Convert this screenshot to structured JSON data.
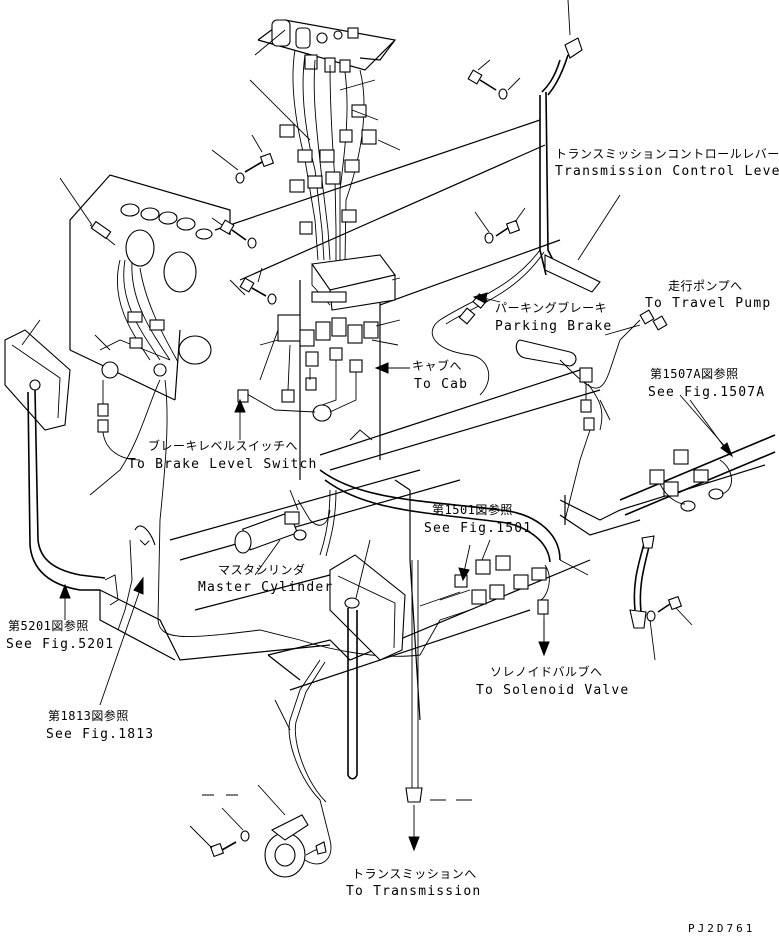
{
  "labels": {
    "trans_control_jp": "トランスミッションコントロールレバー",
    "trans_control_en": "Transmission Control Lever",
    "travel_pump_jp": "走行ポンプへ",
    "travel_pump_en": "To Travel Pump",
    "parking_jp": "パーキングブレーキ",
    "parking_en": "Parking Brake",
    "fig1507a_jp": "第1507A図参照",
    "fig1507a_en": "See Fig.1507A",
    "cab_jp": "キャブへ",
    "cab_en": "To Cab",
    "brake_level_jp": "ブレーキレベルスイッチへ",
    "brake_level_en": "To Brake Level Switch",
    "fig1501_jp": "第1501図参照",
    "fig1501_en": "See Fig.1501",
    "master_jp": "マスタシリンダ",
    "master_en": "Master Cylinder",
    "fig5201_jp": "第5201図参照",
    "fig5201_en": "See Fig.5201",
    "fig1813_jp": "第1813図参照",
    "fig1813_en": "See Fig.1813",
    "solenoid_jp": "ソレノイドバルブへ",
    "solenoid_en": "To Solenoid Valve",
    "transmission_jp": "トランスミッションへ",
    "transmission_en": "To Transmission",
    "drawing_code": "PJ2D761"
  }
}
